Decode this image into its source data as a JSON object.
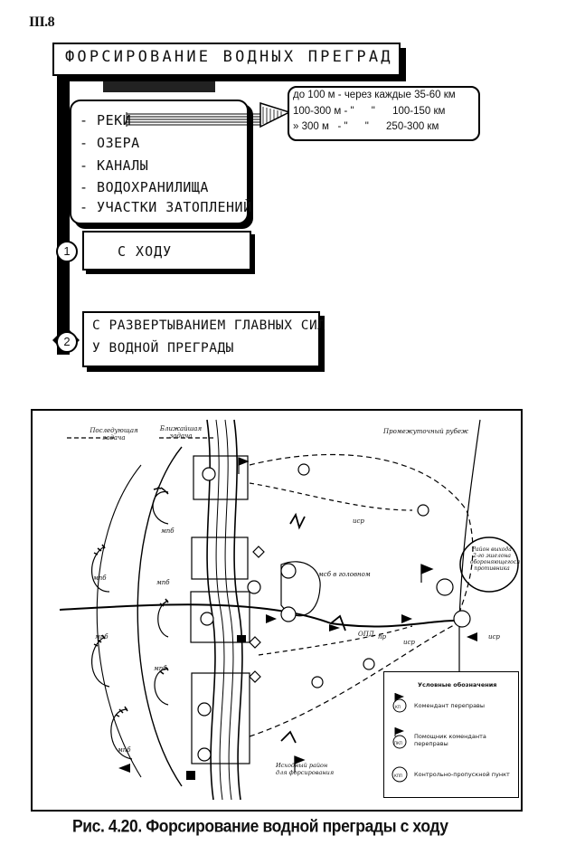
{
  "page_number": "III.8",
  "scheme": {
    "title": "ФОРСИРОВАНИЕ ВОДНЫХ ПРЕГРАД",
    "water_obstacles": [
      "- РЕКИ",
      "- ОЗЕРА",
      "- КАНАЛЫ",
      "- ВОДОХРАНИЛИЩА",
      "- УЧАСТКИ ЗАТОПЛЕНИЙ"
    ],
    "distances": [
      {
        "width": "до 100 м",
        "mid": " - через каждые",
        "interval": "35-60 км"
      },
      {
        "width": "100-300 м",
        "mid": "- \"      \"",
        "interval": "100-150 км"
      },
      {
        "width": "» 300 м",
        "mid": "- \"      \"",
        "interval": "250-300 км"
      }
    ],
    "options": [
      {
        "number": "1",
        "label": "С ХОДУ"
      },
      {
        "number": "2",
        "line1": "С РАЗВЕРТЫВАНИЕМ ГЛАВНЫХ СИЛ",
        "line2": "У ВОДНОЙ ПРЕГРАДЫ"
      }
    ]
  },
  "map": {
    "labels": {
      "subsequent_task": "Последующая задача",
      "immediate_task": "Ближайшая задача",
      "intermediate_line": "Промежуточный рубеж",
      "enemy_reserve": "Район выхода 2-го эшелона обороняющегося противника",
      "start_line": "Исходный район для форсирования",
      "msb_label": "мсб в головном"
    },
    "unit_marks": [
      "мпб",
      "мпб",
      "мпб",
      "мпб",
      "мпб",
      "мпб",
      "иср",
      "иср",
      "иср",
      "пр",
      "ОПД"
    ],
    "legend": {
      "title": "Условные обозначения",
      "items": [
        "Комендант переправы",
        "Помощник коменданта переправы",
        "Контрольно-пропускной пункт"
      ],
      "symbols": [
        "КП",
        "ПКП",
        "КПП"
      ]
    }
  },
  "caption": "Рис. 4.20. Форсирование водной преграды с ходу"
}
